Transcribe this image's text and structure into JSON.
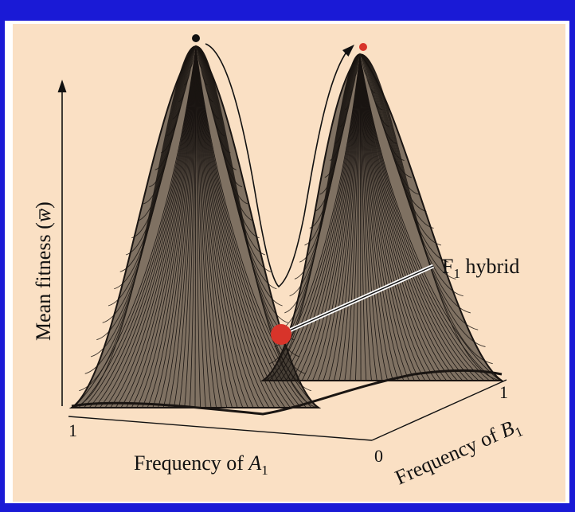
{
  "colors": {
    "background": "#1a1ad6",
    "panel": "#fae0c4",
    "mesh": "#1a1512",
    "hybrid_marker": "#d8342a",
    "peak_marker_left": "#111111",
    "peak_marker_right": "#d8342a"
  },
  "diagram": {
    "y_axis": {
      "label_main": "Mean fitness (",
      "label_symbol": "w",
      "label_close": ")"
    },
    "x_axis": {
      "label_main": "Frequency of ",
      "label_var": "A",
      "label_sub": "1",
      "tick_start": "1",
      "tick_end": "0"
    },
    "z_axis": {
      "label_main": "Frequency of ",
      "label_var": "B",
      "label_sub": "1",
      "tick_end": "1"
    },
    "callout": {
      "label_f": "F",
      "label_sub": "1",
      "label_rest": " hybrid"
    }
  }
}
